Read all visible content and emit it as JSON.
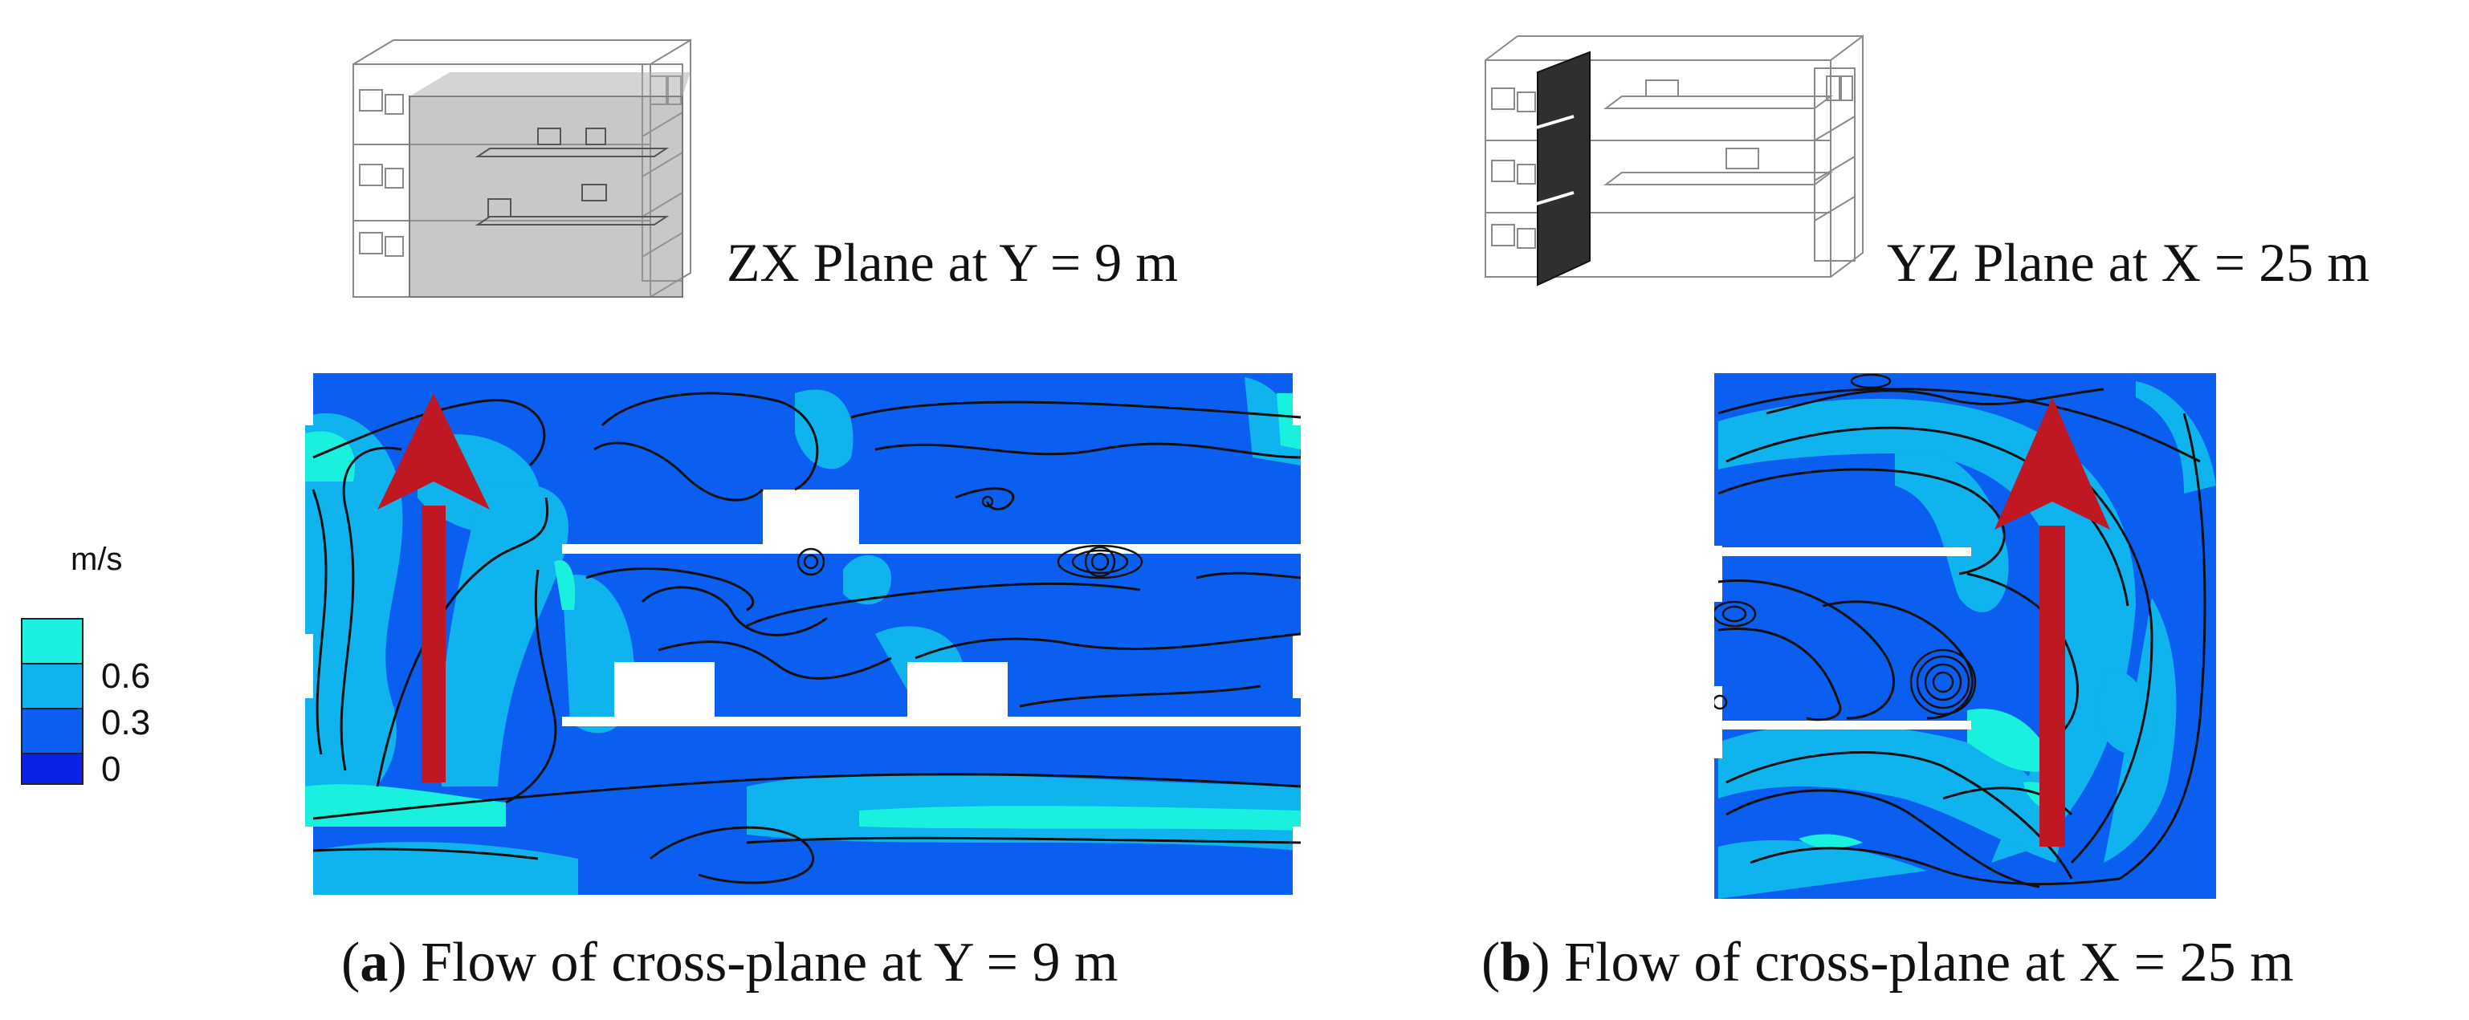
{
  "panel_a": {
    "inset_label": "ZX Plane at Y = 9 m",
    "caption_letter": "a",
    "caption_rest": ") Flow of cross-plane at Y = 9 m"
  },
  "panel_b": {
    "inset_label": "YZ Plane at X = 25 m",
    "caption_letter": "b",
    "caption_rest": ") Flow of cross-plane at X = 25 m"
  },
  "legend": {
    "title": "m/s",
    "ticks": [
      "0.6",
      "0.3",
      "0"
    ],
    "colors": [
      "#19f1de",
      "#0fb3ee",
      "#0a5ff0",
      "#0a22e6"
    ]
  },
  "colors": {
    "base_flow": "#0a5ff0",
    "medium_flow": "#0fb3ee",
    "fast_flow": "#19f1de",
    "arrow": "#c01822",
    "slab": "#ffffff"
  }
}
